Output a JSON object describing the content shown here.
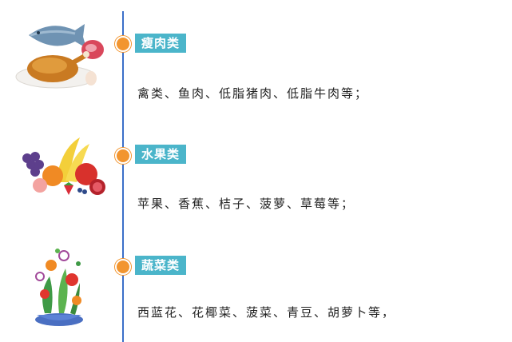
{
  "categories": [
    {
      "title": "瘦肉类",
      "description": "禽类、鱼肉、低脂猪肉、低脂牛肉等；",
      "icon": "meat-poultry-fish-icon"
    },
    {
      "title": "水果类",
      "description": "苹果、香蕉、桔子、菠萝、草莓等；",
      "icon": "fruit-bowl-icon"
    },
    {
      "title": "蔬菜类",
      "description": "西蓝花、花椰菜、菠菜、青豆、胡萝卜等，",
      "icon": "vegetable-salad-icon"
    }
  ],
  "colors": {
    "timeline": "#3b6fc9",
    "dot": "#f2952f",
    "tag_bg": "#4bb5ca",
    "text": "#222222"
  }
}
